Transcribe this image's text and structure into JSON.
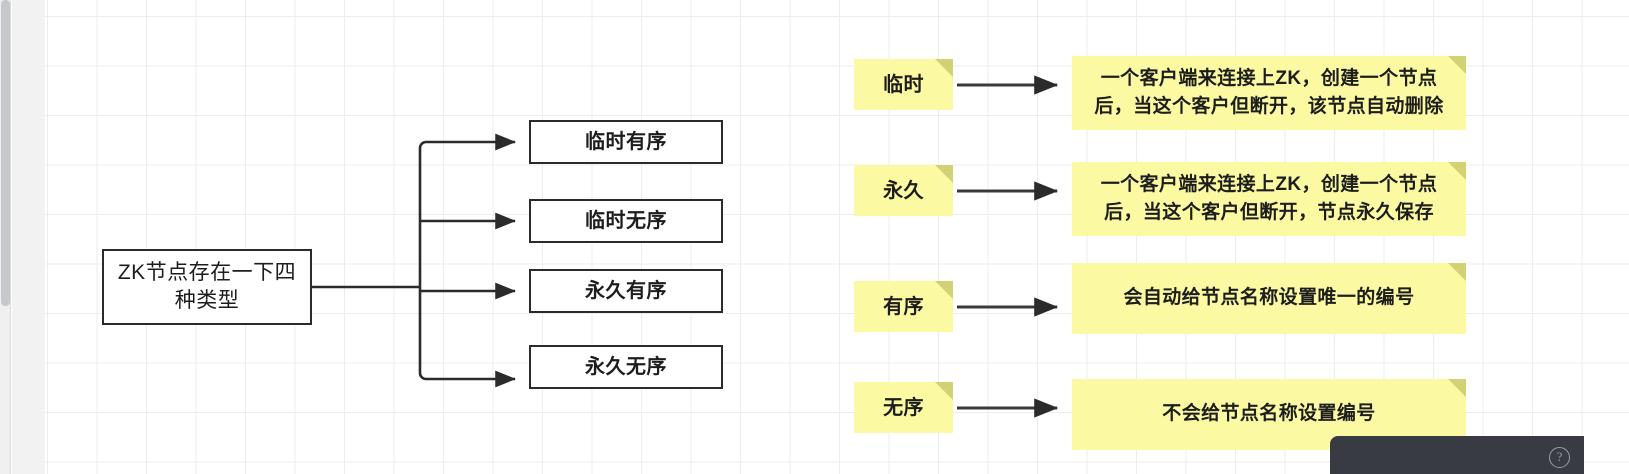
{
  "app": {
    "canvas_background": "#ffffff",
    "grid_color": "#ececec",
    "node_border_color": "#2b2b2b",
    "sticky_color": "#fbfaa2",
    "sticky_fold_color": "#d2d173",
    "toolbar_color": "#383b42"
  },
  "diagram": {
    "root": {
      "label": "ZK节点存在一下四\n种类型"
    },
    "leaves": [
      {
        "label": "临时有序"
      },
      {
        "label": "临时无序"
      },
      {
        "label": "永久有序"
      },
      {
        "label": "永久无序"
      }
    ]
  },
  "notes": [
    {
      "label": "临时",
      "description": "一个客户端来连接上ZK，创建一个节点\n后，当这个客户但断开，该节点自动删除"
    },
    {
      "label": "永久",
      "description": "一个客户端来连接上ZK，创建一个节点\n后，当这个客户但断开，节点永久保存"
    },
    {
      "label": "有序",
      "description": "会自动给节点名称设置唯一的编号"
    },
    {
      "label": "无序",
      "description": "不会给节点名称设置编号"
    }
  ],
  "toolbar": {
    "help_label": "?"
  }
}
